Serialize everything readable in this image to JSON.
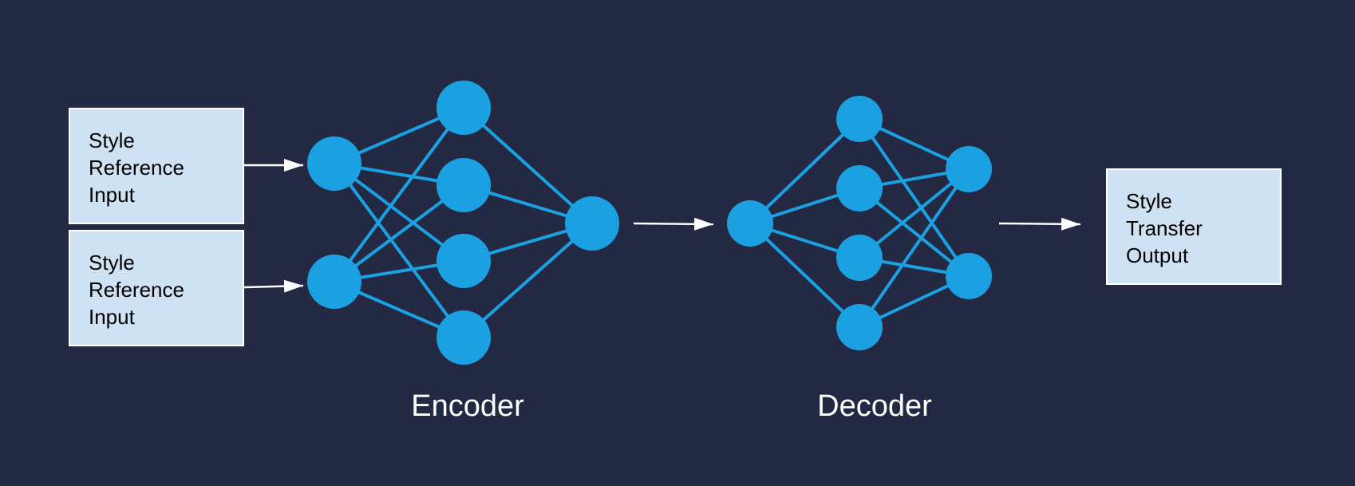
{
  "inputs": [
    {
      "lines": [
        "Style",
        "Reference",
        "Input"
      ]
    },
    {
      "lines": [
        "Style",
        "Reference",
        "Input"
      ]
    }
  ],
  "output": {
    "lines": [
      "Style",
      "Transfer",
      "Output"
    ]
  },
  "labels": {
    "encoder": "Encoder",
    "decoder": "Decoder"
  },
  "colors": {
    "background": "#232843",
    "node": "#1ba1e2",
    "edge": "#1ba1e2",
    "arrow": "#ffffff",
    "box_fill": "#cfe2f3",
    "box_border": "#ffffff",
    "text_dark": "#000000",
    "text_light": "#ffffff"
  },
  "encoder": {
    "layers": [
      2,
      4,
      1
    ]
  },
  "decoder": {
    "layers": [
      1,
      4,
      2
    ]
  }
}
